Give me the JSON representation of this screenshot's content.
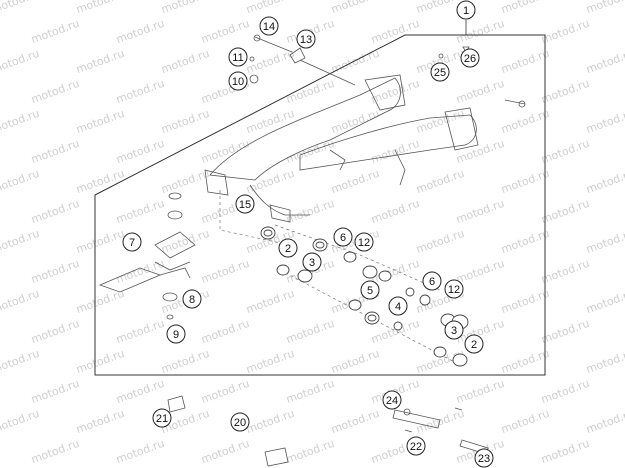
{
  "watermark": "motod.ru",
  "callouts": [
    {
      "label": "1"
    },
    {
      "label": "14"
    },
    {
      "label": "13"
    },
    {
      "label": "11"
    },
    {
      "label": "10"
    },
    {
      "label": "25"
    },
    {
      "label": "26"
    },
    {
      "label": "15"
    },
    {
      "label": "7"
    },
    {
      "label": "2"
    },
    {
      "label": "3"
    },
    {
      "label": "6"
    },
    {
      "label": "12"
    },
    {
      "label": "8"
    },
    {
      "label": "9"
    },
    {
      "label": "5"
    },
    {
      "label": "4"
    },
    {
      "label": "6"
    },
    {
      "label": "12"
    },
    {
      "label": "3"
    },
    {
      "label": "2"
    },
    {
      "label": "21"
    },
    {
      "label": "20"
    },
    {
      "label": "24"
    },
    {
      "label": "22"
    },
    {
      "label": "23"
    }
  ]
}
